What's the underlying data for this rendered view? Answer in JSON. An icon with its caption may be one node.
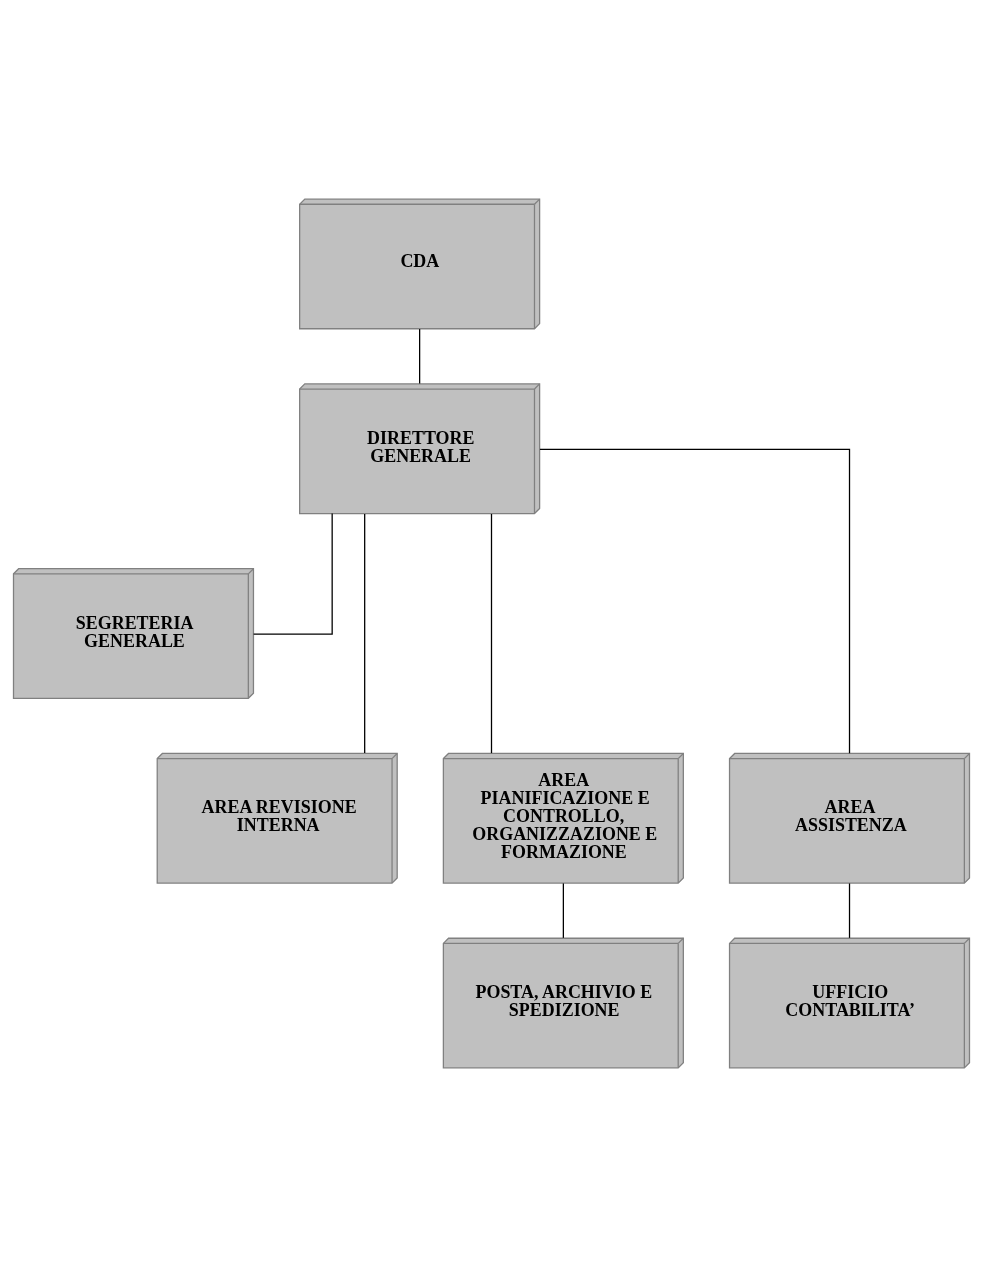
{
  "diagram": {
    "nodes": [
      {
        "text": [
          "CDA"
        ]
      },
      {
        "text": [
          "DIRETTORE GENERALE"
        ]
      },
      {
        "text": [
          "SEGRETERIA GENERALE"
        ]
      },
      {
        "text": [
          "AREA REVISIONE INTERNA"
        ]
      },
      {
        "text": [
          "AREA PIANIFICAZIONE E CONTROLLO, ORGANIZZAZIONE E FORMAZIONE"
        ]
      },
      {
        "text": [
          "AREA ASSISTENZA"
        ]
      },
      {
        "text": [
          "POSTA, ARCHIVIO E SPEDIZIONE"
        ]
      },
      {
        "text": [
          "UFFICIO CONTABILITA’"
        ]
      }
    ],
    "edges": [
      {
        "from": 0,
        "to": 1,
        "arrow": "none"
      },
      {
        "from": 1,
        "to": 2,
        "arrow": "none"
      },
      {
        "from": 1,
        "to": 3,
        "arrow": "none"
      },
      {
        "from": 1,
        "to": 4,
        "arrow": "none"
      },
      {
        "from": 1,
        "to": 5,
        "arrow": "none"
      },
      {
        "from": 4,
        "to": 6,
        "arrow": "none"
      },
      {
        "from": 5,
        "to": 7,
        "arrow": "none"
      }
    ]
  }
}
